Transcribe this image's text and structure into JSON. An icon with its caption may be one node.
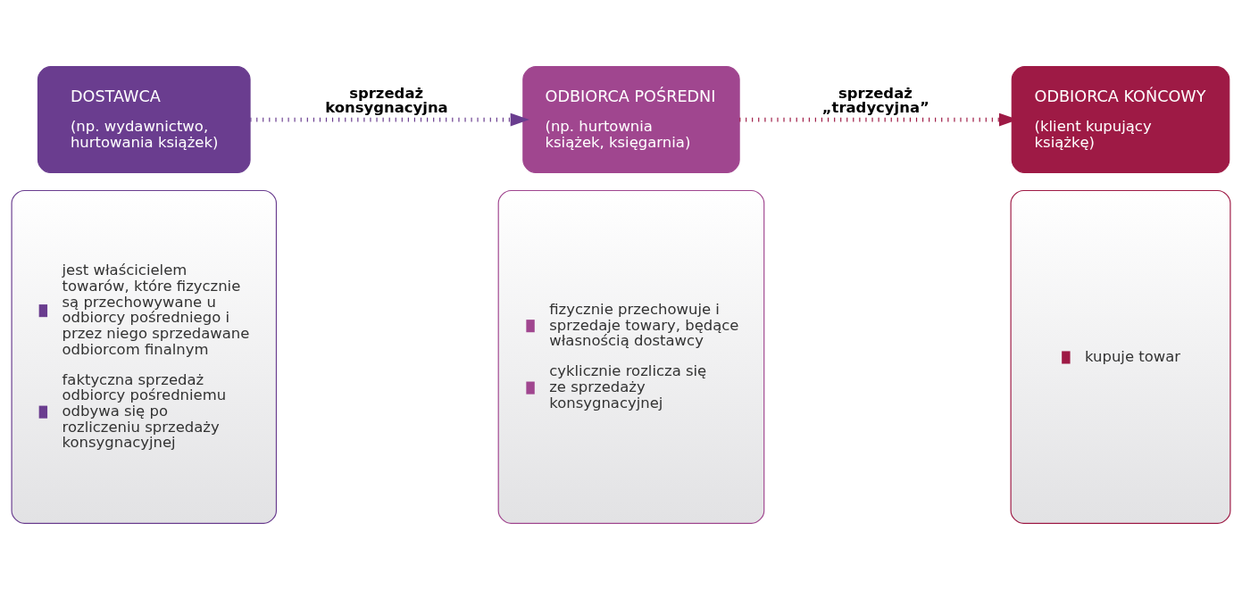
{
  "diagram": {
    "nodes": [
      {
        "text": [
          "DOSTAWCA",
          "(np. wydawnictwo, hurtowania książek)"
        ]
      },
      {
        "text": [
          "ODBIORCA POŚREDNI",
          "(np. hurtownia książek, księgarnia)"
        ]
      },
      {
        "text": [
          "ODBIORCA KOŃCOWY",
          "(klient kupujący książkę)"
        ]
      },
      {
        "text": [
          "jest właścicielem towarów, które fizycznie są przechowywane u odbiorcy pośredniego i przez niego sprzedawane odbiorcom finalnym",
          "faktyczna sprzedaż odbiorcy pośredniemu odbywa się po rozliczeniu sprzedaży konsygnacyjnej"
        ]
      },
      {
        "text": [
          "fizycznie przechowuje i sprzedaje towary, będące własnością dostawcy",
          "cyklicznie rozlicza się ze sprzedaży konsygnacyjnej"
        ]
      },
      {
        "text": [
          "kupuje towar"
        ]
      }
    ],
    "edges": [
      {
        "from": 0,
        "to": 1,
        "arrow": "to",
        "label": "sprzedaż konsygnacyjna",
        "style": "dashed",
        "color": "#6a3d8f"
      },
      {
        "from": 1,
        "to": 2,
        "arrow": "to",
        "label": "sprzedaż „tradycyjna”",
        "style": "dashed",
        "color": "#9e1a45"
      }
    ]
  }
}
